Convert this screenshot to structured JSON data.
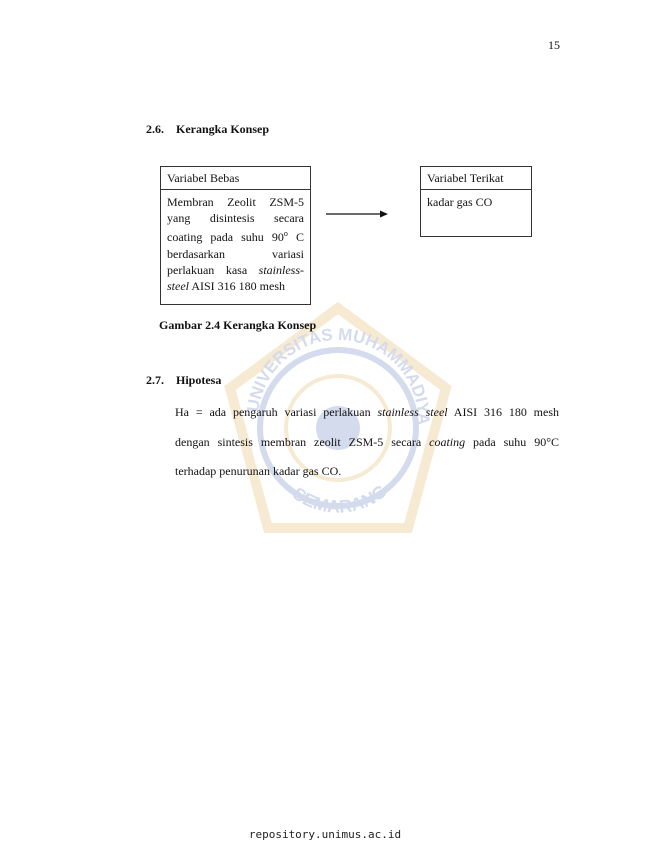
{
  "page_number": "15",
  "section_2_6": {
    "number": "2.6.",
    "title": "Kerangka Konsep"
  },
  "diagram": {
    "left_box": {
      "title": "Variabel Bebas",
      "body_parts": [
        "Membran Zeolit ZSM-5 yang disintesis secara coating pada suhu 90",
        "o",
        " C berdasarkan variasi perlakuan kasa ",
        "stainless-steel",
        " AISI 316 180 mesh"
      ]
    },
    "right_box": {
      "title": "Variabel Terikat",
      "body": "kadar gas CO"
    }
  },
  "caption": "Gambar 2.4 Kerangka Konsep",
  "section_2_7": {
    "number": "2.7.",
    "title": "Hipotesa"
  },
  "hypothesis": {
    "line1_a": "Ha = ada pengaruh variasi perlakuan ",
    "line1_em": "stainless steel",
    "line1_b": " AISI 316 180 mesh",
    "line2_a": "dengan sintesis membran zeolit ZSM-5 secara ",
    "line2_em": "coating",
    "line2_b": " pada suhu 90°C",
    "line3": "terhadap penurunan kadar gas CO."
  },
  "watermark": {
    "top_text": "UNIVERSITAS MUHAMMADIYAH",
    "bottom_text": "SEMARANG",
    "color": "#d9a43a",
    "accent": "#3a5fb0"
  },
  "footer": "repository.unimus.ac.id"
}
